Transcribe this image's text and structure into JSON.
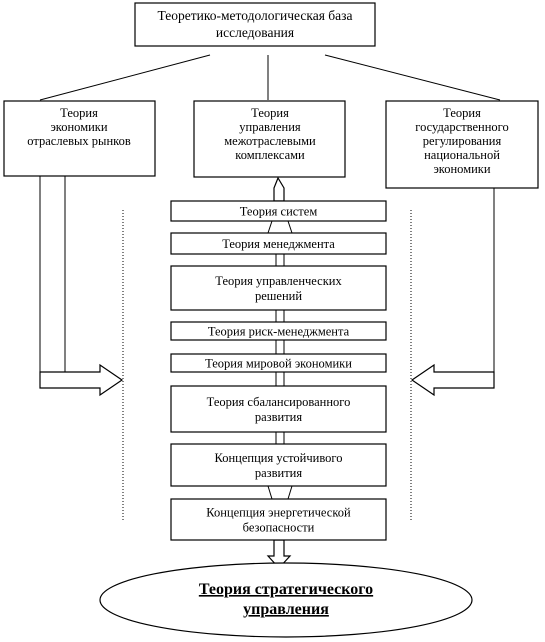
{
  "top": {
    "lines": [
      "Теоретико-методологическая база",
      "исследования"
    ]
  },
  "branches": {
    "left": {
      "lines": [
        "Теория",
        "экономики",
        "отраслевых рынков"
      ]
    },
    "center": {
      "lines": [
        "Теория",
        "управления",
        "межотраслевыми",
        "комплексами"
      ]
    },
    "right": {
      "lines": [
        "Теория",
        "государственного",
        "регулирования",
        "национальной",
        "экономики"
      ]
    }
  },
  "stack": [
    {
      "lines": [
        "Теория систем"
      ]
    },
    {
      "lines": [
        "Теория менеджмента"
      ]
    },
    {
      "lines": [
        "Теория управленческих",
        "решений"
      ]
    },
    {
      "lines": [
        "Теория риск-менеджмента"
      ]
    },
    {
      "lines": [
        "Теория мировой экономики"
      ]
    },
    {
      "lines": [
        "Теория сбалансированного",
        "развития"
      ]
    },
    {
      "lines": [
        "Концепция устойчивого",
        "развития"
      ]
    },
    {
      "lines": [
        "Концепция энергетической",
        "безопасности"
      ]
    }
  ],
  "result": {
    "lines": [
      "Теория стратегического",
      "управления"
    ]
  }
}
